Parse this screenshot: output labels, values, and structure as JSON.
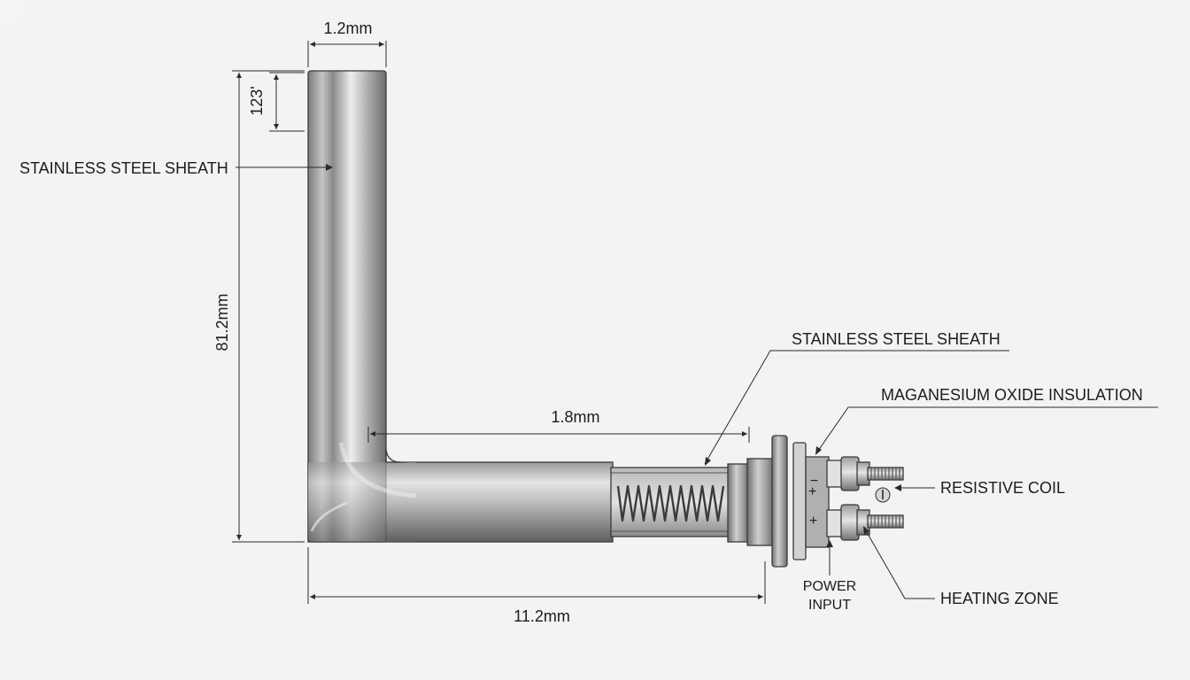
{
  "labels": {
    "sheath_left": "STAINLESS STEEL SHEATH",
    "sheath_right": "STAINLESS STEEL SHEATH",
    "insulation": "MAGANESIUM OXIDE INSULATION",
    "resistive_coil": "RESISTIVE COIL",
    "heating_zone": "HEATING ZONE",
    "power_input_line1": "POWER",
    "power_input_line2": "INPUT"
  },
  "dimensions": {
    "top_width": "1.2mm",
    "top_segment": "123'",
    "vertical_length": "81.2mm",
    "horizontal_inner": "1.8mm",
    "horizontal_total": "11.2mm"
  },
  "terminals": {
    "minus_sign": "−",
    "plus_sign_upper": "+",
    "plus_sign_lower": "+",
    "circle_marker": "I"
  }
}
